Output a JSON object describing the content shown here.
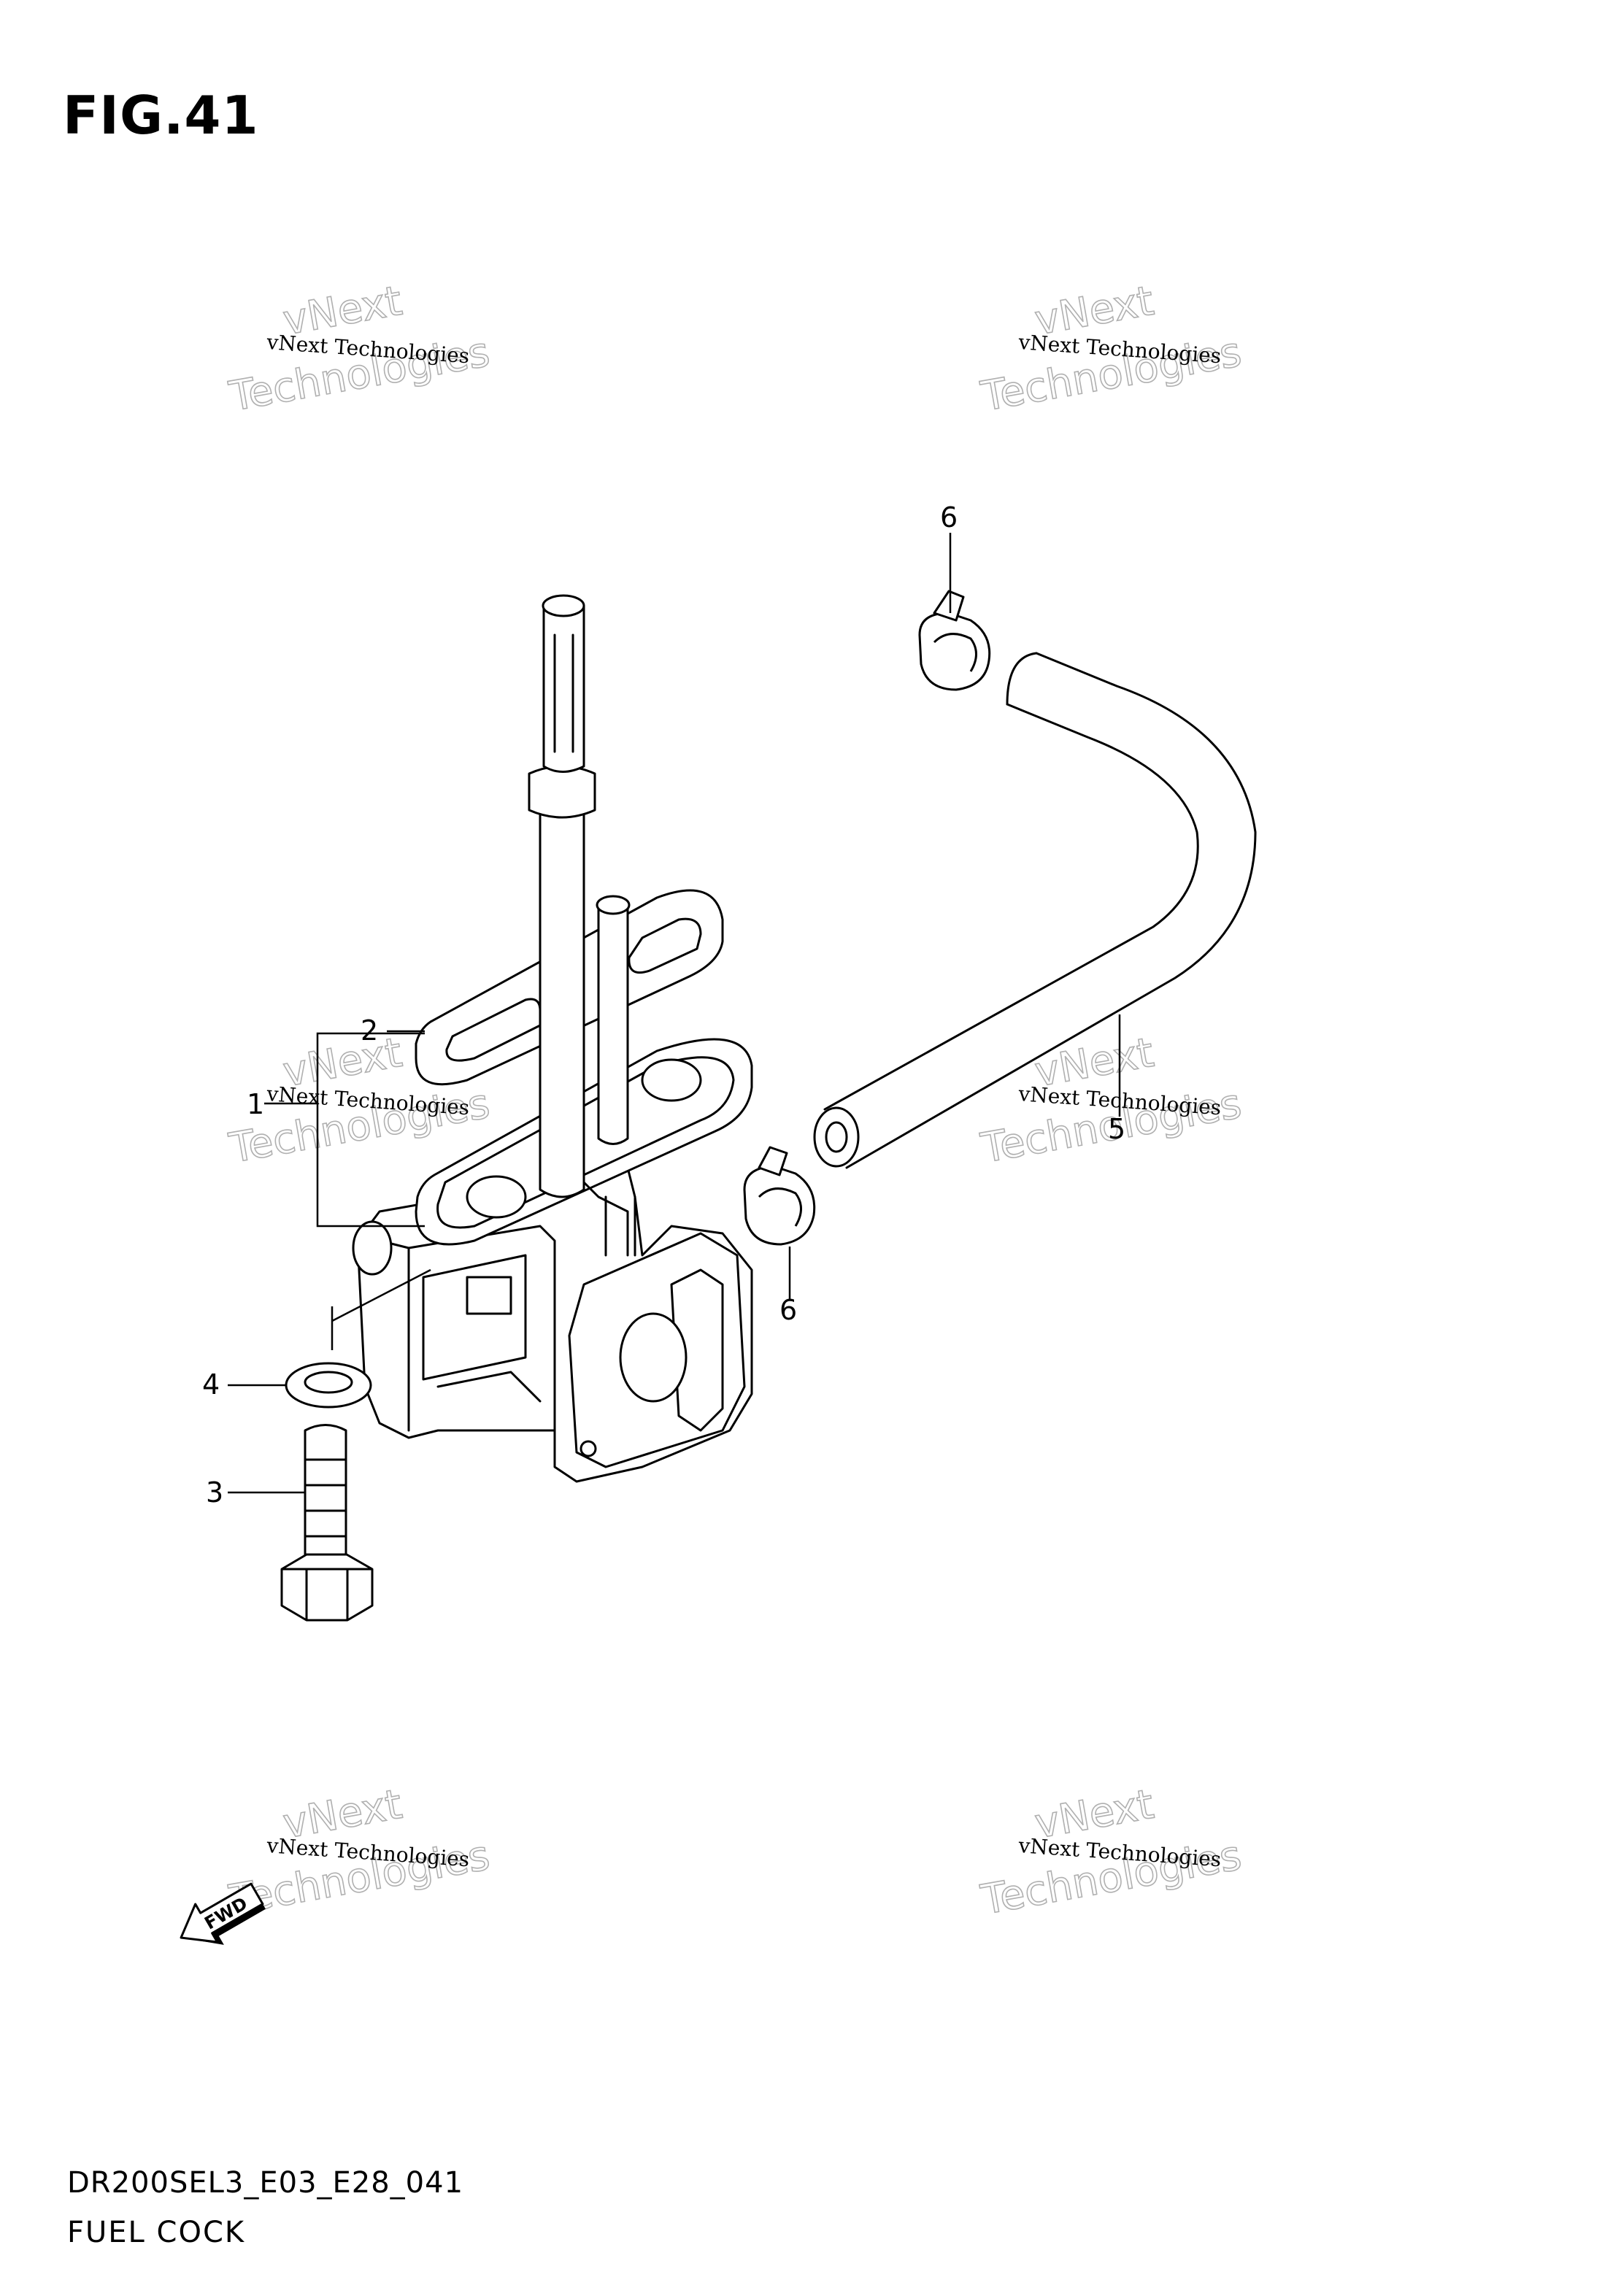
{
  "figure": {
    "title": "FIG.41",
    "diagram_code": "DR200SEL3_E03_E28_041",
    "diagram_name": "FUEL COCK"
  },
  "callouts": [
    "1",
    "2",
    "3",
    "4",
    "5",
    "6",
    "6"
  ],
  "watermark": {
    "line_small": "vNext Technologies",
    "line_big_1": "vNext",
    "line_big_2": "Technologies"
  },
  "forward_arrow_label": "FWD",
  "colors": {
    "ink": "#000000",
    "watermark": "#b0b0b0",
    "background": "#ffffff"
  }
}
